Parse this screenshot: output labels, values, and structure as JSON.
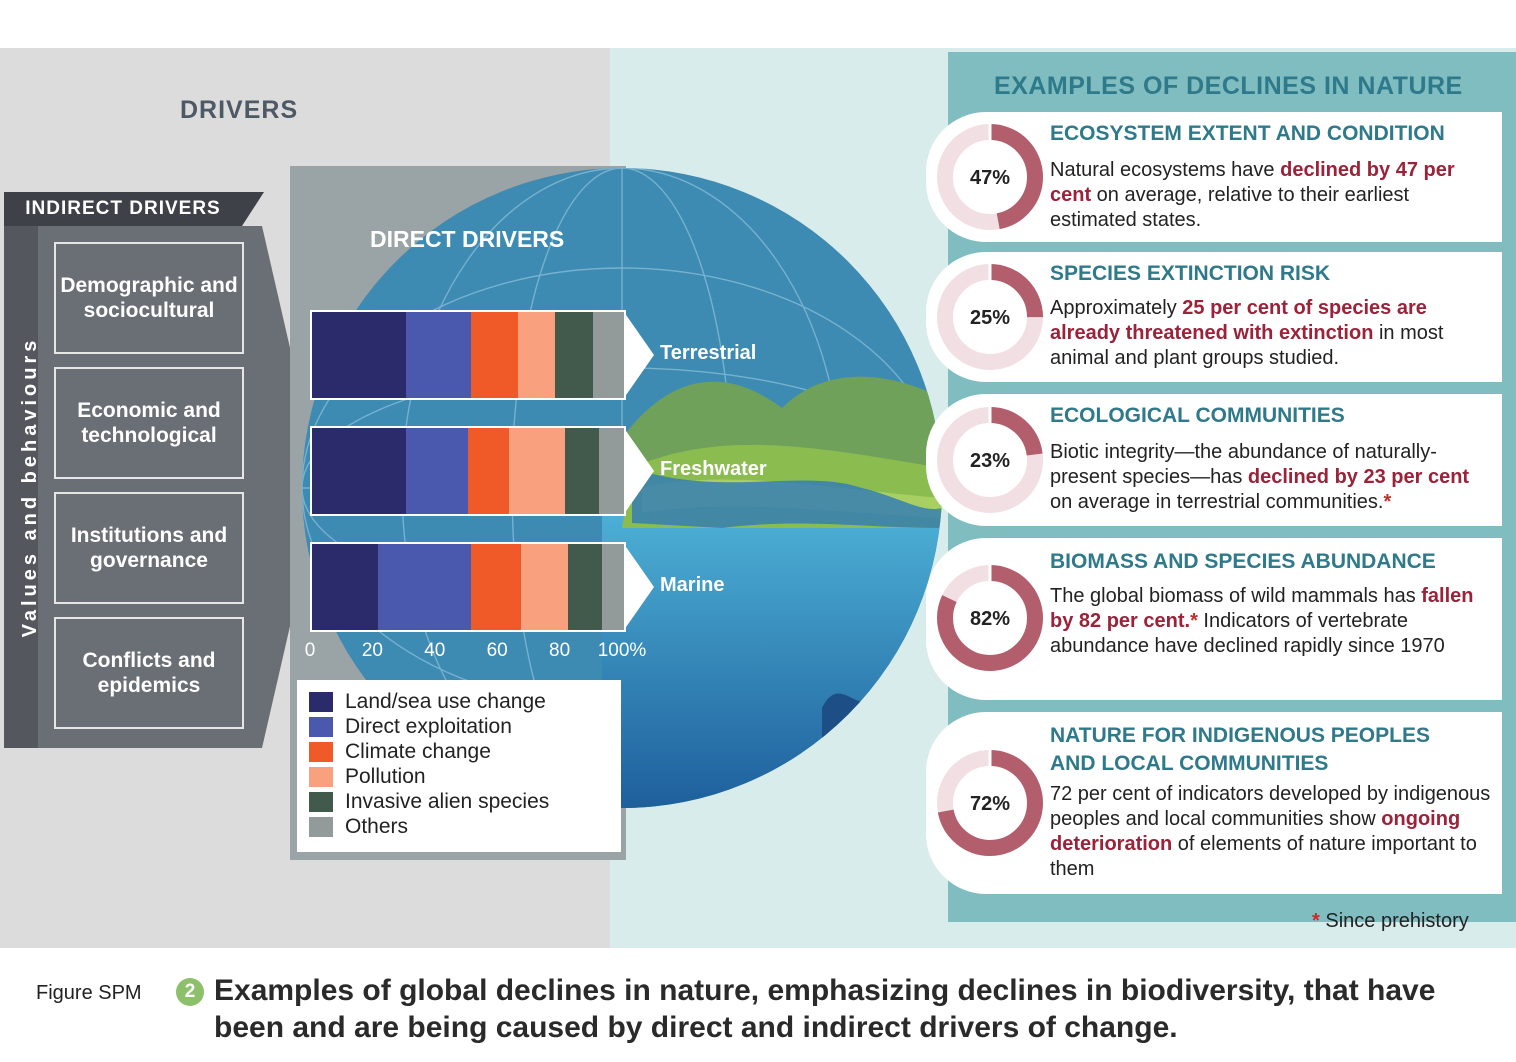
{
  "drivers_heading": "DRIVERS",
  "indirect": {
    "title": "INDIRECT DRIVERS",
    "side_label": "Values and behaviours",
    "items": [
      "Demographic and sociocultural",
      "Economic and technological",
      "Institutions and governance",
      "Conflicts and epidemics"
    ]
  },
  "direct": {
    "title": "DIRECT DRIVERS",
    "rows": [
      "Terrestrial",
      "Freshwater",
      "Marine"
    ]
  },
  "legend": [
    {
      "label": "Land/sea use change",
      "color": "#2b2a6b"
    },
    {
      "label": "Direct exploitation",
      "color": "#4a58ad"
    },
    {
      "label": "Climate change",
      "color": "#f05a28"
    },
    {
      "label": "Pollution",
      "color": "#f9a07f"
    },
    {
      "label": "Invasive alien species",
      "color": "#415a4c"
    },
    {
      "label": "Others",
      "color": "#939b9a"
    }
  ],
  "chart_data": {
    "type": "bar",
    "orientation": "horizontal-stacked",
    "categories": [
      "Terrestrial",
      "Freshwater",
      "Marine"
    ],
    "series": [
      {
        "name": "Land/sea use change",
        "values": [
          30,
          30,
          21
        ]
      },
      {
        "name": "Direct exploitation",
        "values": [
          21,
          20,
          30
        ]
      },
      {
        "name": "Climate change",
        "values": [
          15,
          13,
          16
        ]
      },
      {
        "name": "Pollution",
        "values": [
          12,
          18,
          15
        ]
      },
      {
        "name": "Invasive alien species",
        "values": [
          12,
          11,
          11
        ]
      },
      {
        "name": "Others",
        "values": [
          10,
          8,
          7
        ]
      }
    ],
    "xlim": [
      0,
      100
    ],
    "xticks": [
      "0",
      "20",
      "40",
      "60",
      "80",
      "100%"
    ]
  },
  "examples_title": "EXAMPLES OF DECLINES IN NATURE",
  "examples": [
    {
      "title": "ECOSYSTEM EXTENT AND CONDITION",
      "percent": 47,
      "percent_label": "47%",
      "text_parts": [
        {
          "t": "Natural ecosystems have ",
          "h": false
        },
        {
          "t": "declined by 47 per cent",
          "h": true
        },
        {
          "t": " on average, relative to their earliest estimated states.",
          "h": false
        }
      ]
    },
    {
      "title": "SPECIES EXTINCTION RISK",
      "percent": 25,
      "percent_label": "25%",
      "text_parts": [
        {
          "t": "Approximately ",
          "h": false
        },
        {
          "t": "25 per cent of species are already threatened with extinction",
          "h": true
        },
        {
          "t": " in most animal and plant groups studied.",
          "h": false
        }
      ]
    },
    {
      "title": "ECOLOGICAL COMMUNITIES",
      "percent": 23,
      "percent_label": "23%",
      "text_parts": [
        {
          "t": "Biotic integrity—the abundance of naturally-present species—has ",
          "h": false
        },
        {
          "t": "declined by 23 per cent",
          "h": true
        },
        {
          "t": " on average in terrestrial communities.",
          "h": false
        },
        {
          "t": "*",
          "s": true
        }
      ]
    },
    {
      "title": "BIOMASS AND SPECIES ABUNDANCE",
      "percent": 82,
      "percent_label": "82%",
      "text_parts": [
        {
          "t": "The global biomass of wild mammals has ",
          "h": false
        },
        {
          "t": "fallen by 82 per cent.",
          "h": true
        },
        {
          "t": "*",
          "s": true
        },
        {
          "t": " Indicators of vertebrate abundance have declined rapidly since 1970",
          "h": false
        }
      ]
    },
    {
      "title": "NATURE FOR INDIGENOUS PEOPLES AND LOCAL COMMUNITIES",
      "percent": 72,
      "percent_label": "72%",
      "text_parts": [
        {
          "t": "72 per cent of indicators developed by indigenous peoples and local communities show ",
          "h": false
        },
        {
          "t": "ongoing deterioration",
          "h": true
        },
        {
          "t": " of elements of nature important to them",
          "h": false
        }
      ]
    }
  ],
  "since_note_star": "*",
  "since_note": "Since prehistory",
  "caption": {
    "label": "Figure SPM",
    "number": "2",
    "title": "Examples of global declines in nature, emphasizing declines in biodiversity, that have been and are being caused by direct and indirect drivers of change."
  },
  "colors": {
    "accent_teal": "#2f7a8a",
    "highlight": "#9b2239",
    "donut_fill": "#b25e6c",
    "donut_track": "#f2dfe3"
  }
}
